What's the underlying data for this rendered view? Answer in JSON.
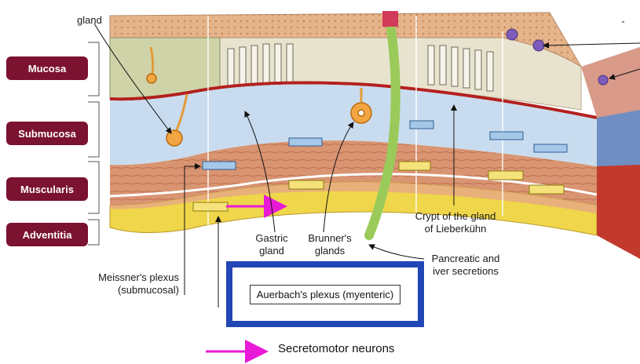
{
  "layers": {
    "mucosa": "Mucosa",
    "submucosa": "Submucosa",
    "muscularis": "Muscularis",
    "adventitia": "Adventitia"
  },
  "labels": {
    "gland": "gland",
    "gastric_gland_line1": "Gastric",
    "gastric_gland_line2": "gland",
    "brunners_line1": "Brunner's",
    "brunners_line2": "glands",
    "crypt_line1": "Crypt of the gland",
    "crypt_line2": "of Lieberkühn",
    "pancreatic_line1": "Pancreatic and",
    "pancreatic_line2": "iver secretions",
    "meissner_line1": "Meissner's plexus",
    "meissner_line2": "(submucosal)",
    "auerbach": "Auerbach's plexus (myenteric)"
  },
  "legend": {
    "secretomotor": "Secretomotor neurons"
  },
  "colors": {
    "layer_tag": "#7a1230",
    "highlight_box": "#2246b4",
    "secretomotor_arrow": "#e81ad8",
    "submucosa": "#c9dcef",
    "muscularis": "#d7906a",
    "adventitia": "#f0d64a"
  }
}
